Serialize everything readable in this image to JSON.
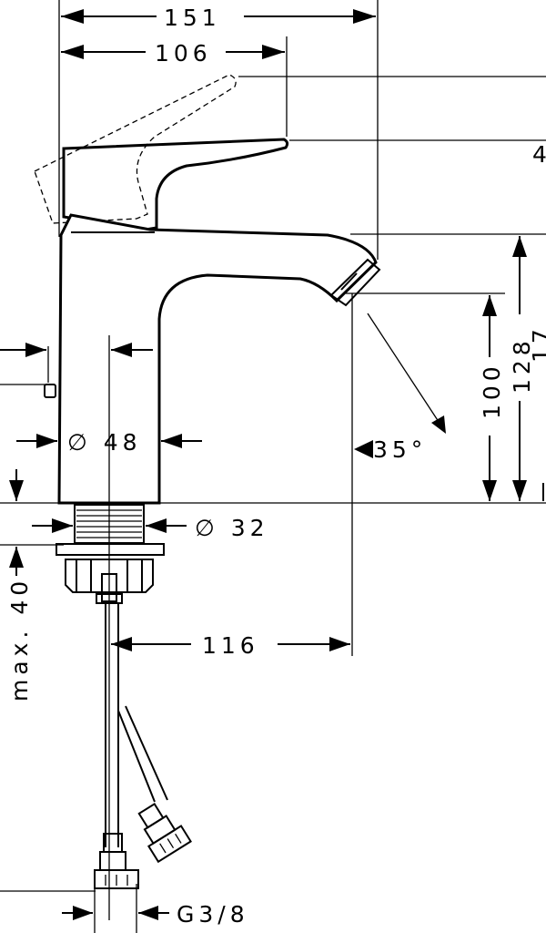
{
  "dimensions": {
    "overall_width": "151",
    "lever_reach": "106",
    "spout_height_total": "128",
    "spout_height_outlet": "100",
    "body_diameter": "∅ 48",
    "thread_diameter": "∅ 32",
    "spout_projection": "116",
    "max_counter_thickness": "max. 40",
    "hose_connection": "G3/8",
    "spout_angle": "35°",
    "partial_top_label": "4",
    "partial_right_label": "17"
  }
}
